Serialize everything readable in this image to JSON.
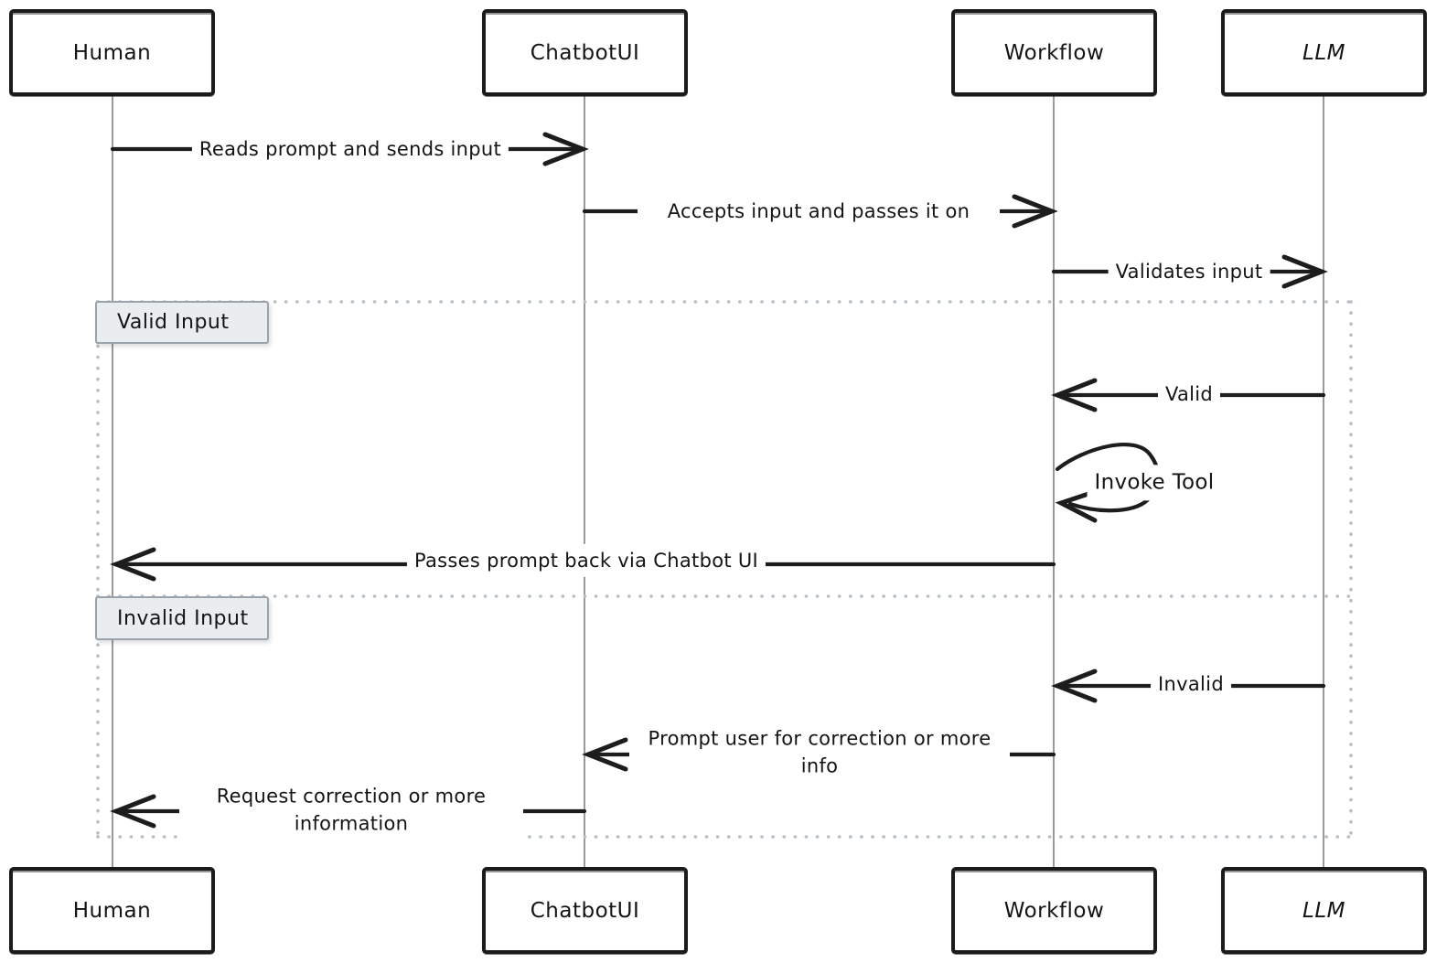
{
  "diagram": {
    "type": "sequence-diagram",
    "actors": [
      {
        "id": "human",
        "label": "Human"
      },
      {
        "id": "chatbotui",
        "label": "ChatbotUI"
      },
      {
        "id": "workflow",
        "label": "Workflow"
      },
      {
        "id": "llm",
        "label": "LLM"
      }
    ],
    "messages": [
      {
        "from": "Human",
        "to": "ChatbotUI",
        "label": "Reads prompt and sends input"
      },
      {
        "from": "ChatbotUI",
        "to": "Workflow",
        "label": "Accepts input and passes it on"
      },
      {
        "from": "Workflow",
        "to": "LLM",
        "label": "Validates input"
      },
      {
        "from": "LLM",
        "to": "Workflow",
        "label": "Valid",
        "section": "Valid Input"
      },
      {
        "from": "Workflow",
        "to": "Workflow",
        "label": "Invoke Tool",
        "section": "Valid Input"
      },
      {
        "from": "Workflow",
        "to": "Human",
        "label": "Passes prompt back via Chatbot UI",
        "section": "Valid Input"
      },
      {
        "from": "LLM",
        "to": "Workflow",
        "label": "Invalid",
        "section": "Invalid Input"
      },
      {
        "from": "Workflow",
        "to": "ChatbotUI",
        "label": "Prompt user for correction or more info",
        "section": "Invalid Input"
      },
      {
        "from": "ChatbotUI",
        "to": "Human",
        "label": "Request correction or more information",
        "section": "Invalid Input"
      }
    ],
    "frames": [
      {
        "label": "Valid Input"
      },
      {
        "label": "Invalid Input"
      }
    ],
    "colors": {
      "background": "#ffffff",
      "actor_border": "#1b1b1b",
      "message_line": "#1d1d1d",
      "lifeline": "#9a9a9a",
      "frame_dots": "#b7bfc6",
      "frame_label_bg": "#eaedef",
      "frame_label_border": "#9aa3ab",
      "text": "#141414"
    }
  }
}
